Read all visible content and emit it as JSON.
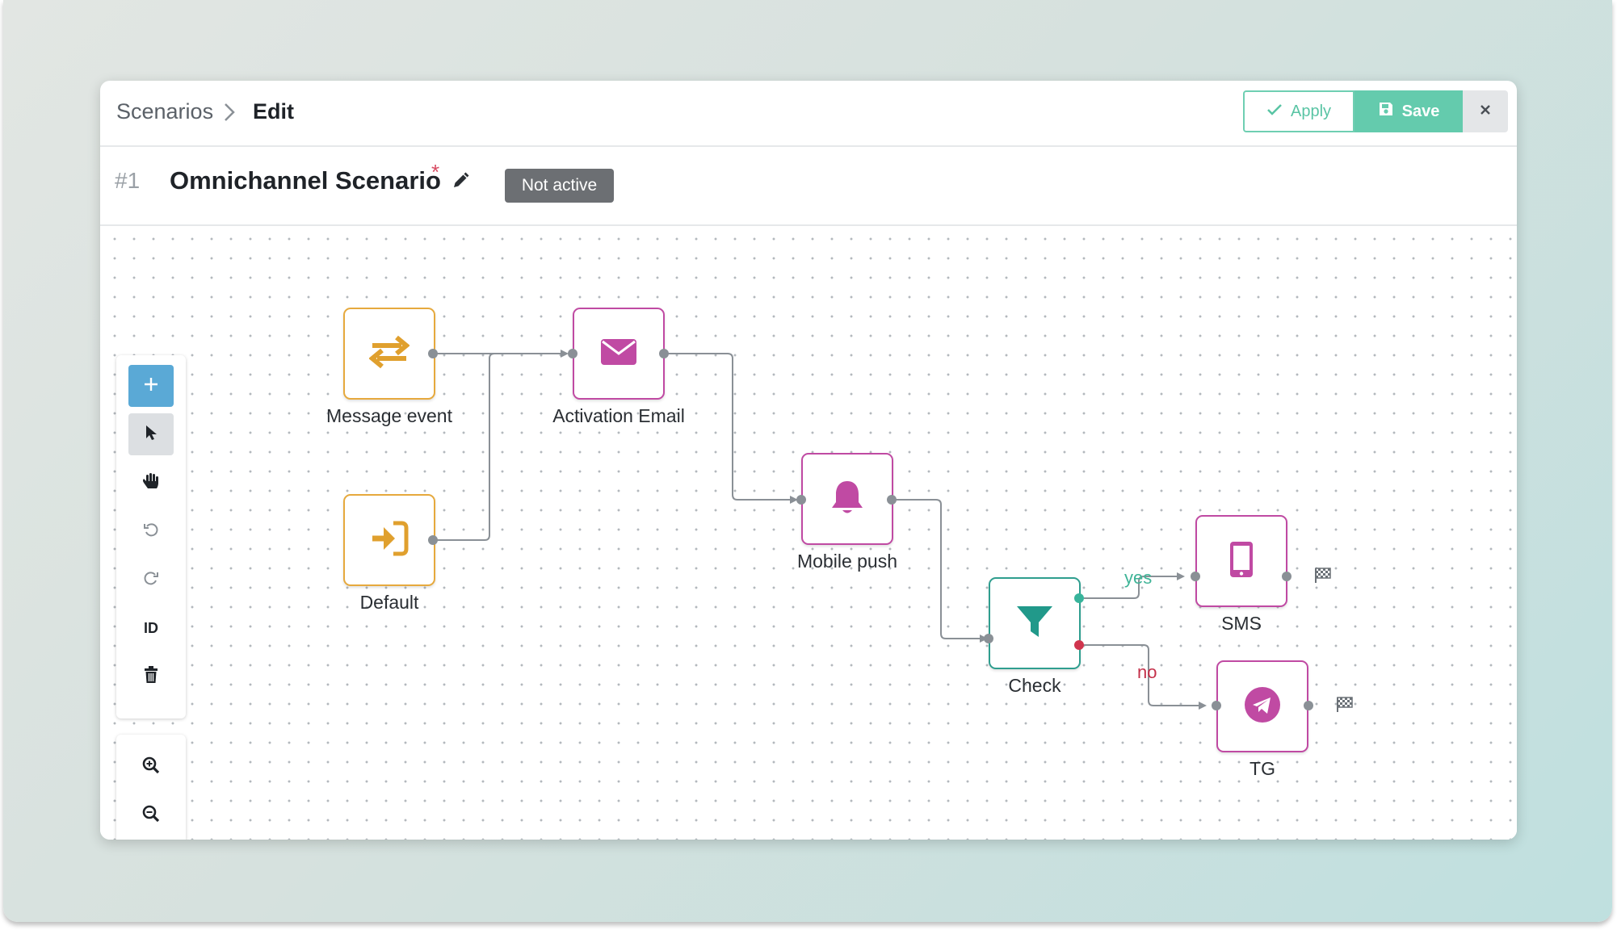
{
  "breadcrumb": {
    "root": "Scenarios",
    "current": "Edit"
  },
  "actions": {
    "apply": "Apply",
    "save": "Save"
  },
  "scenario": {
    "number": "#1",
    "name": "Omnichannel Scenario",
    "required_mark": "*",
    "status": "Not active"
  },
  "toolbar": {
    "id_label": "ID"
  },
  "nodes": {
    "message_event": "Message event",
    "default": "Default",
    "activation_email": "Activation Email",
    "mobile_push": "Mobile push",
    "check": "Check",
    "sms": "SMS",
    "tg": "TG"
  },
  "branches": {
    "yes": "yes",
    "no": "no"
  },
  "colors": {
    "accent_green": "#64cbad",
    "trigger_orange": "#e6a93d",
    "channel_purple": "#c04aa3",
    "condition_teal": "#2f9e8f",
    "no_red": "#d0344d",
    "add_blue": "#5aa9d6",
    "badge_gray": "#6c6f73"
  },
  "icons": [
    "chevron-right-icon",
    "check-icon",
    "floppy-disk-icon",
    "close-icon",
    "pencil-icon",
    "plus-icon",
    "cursor-icon",
    "hand-icon",
    "undo-icon",
    "redo-icon",
    "trash-icon",
    "zoom-in-icon",
    "zoom-out-icon",
    "arrows-exchange-icon",
    "sign-in-icon",
    "envelope-icon",
    "bell-icon",
    "funnel-icon",
    "phone-icon",
    "telegram-icon",
    "finish-flag-icon"
  ]
}
